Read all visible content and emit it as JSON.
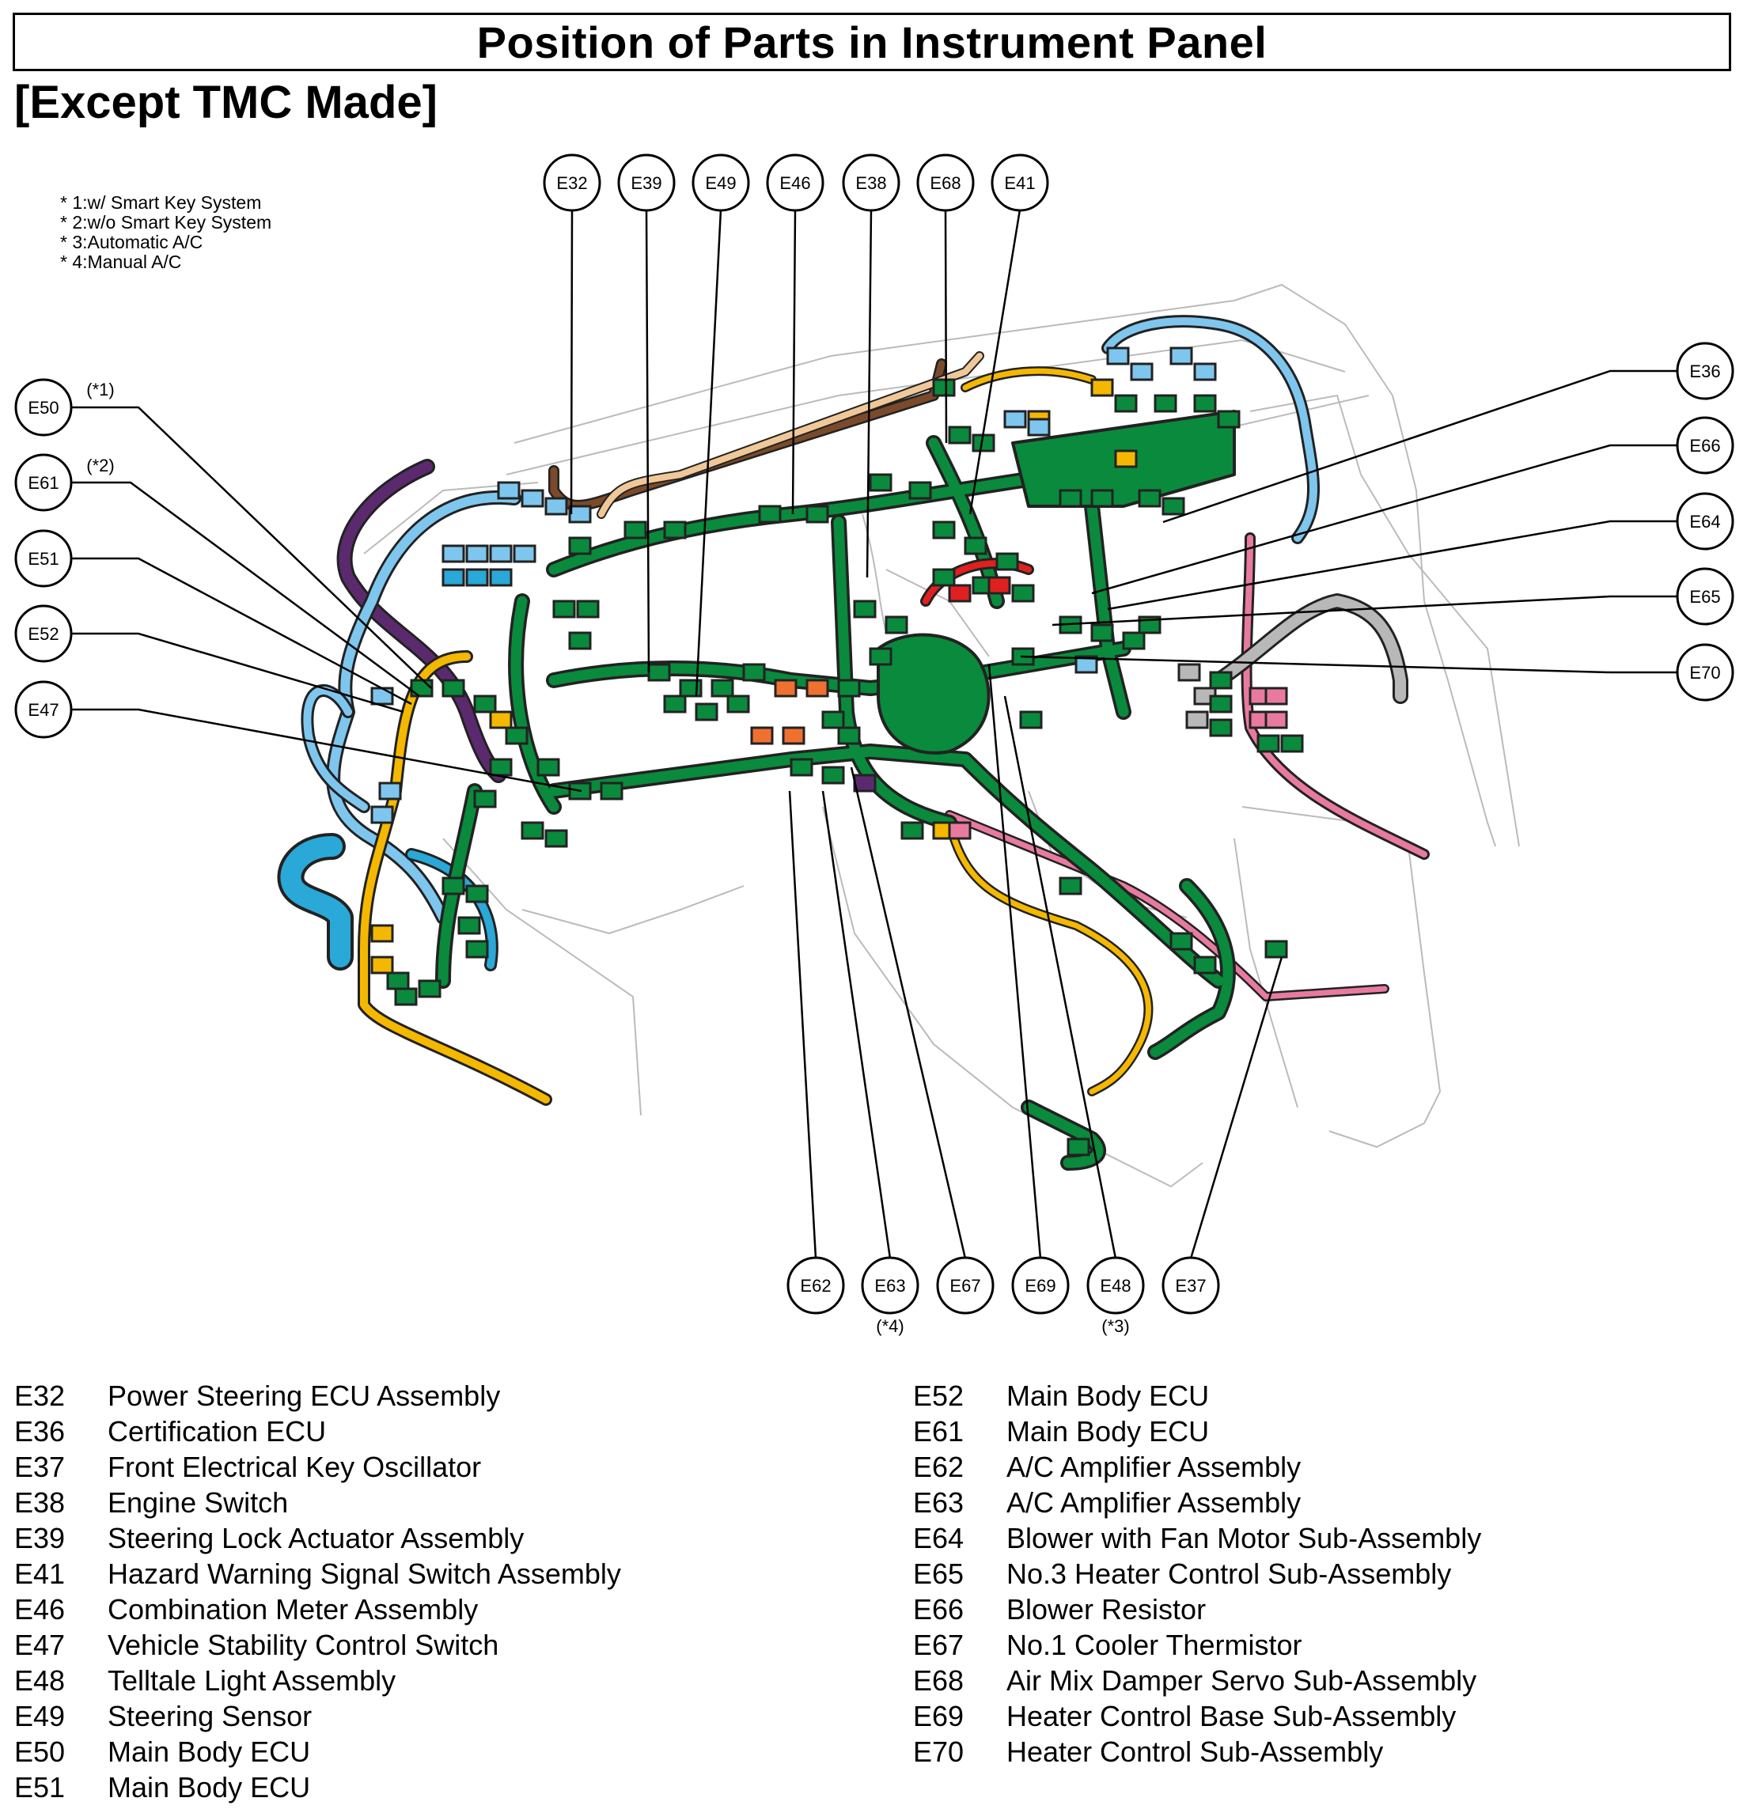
{
  "title": "Position of Parts in Instrument Panel",
  "subtitle": "[Except TMC Made]",
  "notes": [
    "* 1:w/ Smart Key System",
    "* 2:w/o Smart Key System",
    "* 3:Automatic A/C",
    "* 4:Manual A/C"
  ],
  "callouts": {
    "top": [
      "E32",
      "E39",
      "E49",
      "E46",
      "E38",
      "E68",
      "E41"
    ],
    "left": [
      "E50",
      "E61",
      "E51",
      "E52",
      "E47"
    ],
    "right": [
      "E36",
      "E66",
      "E64",
      "E65",
      "E70"
    ],
    "bottom": [
      "E62",
      "E63",
      "E67",
      "E69",
      "E48",
      "E37"
    ],
    "annotations": {
      "E50": "(*1)",
      "E61": "(*2)",
      "E63": "(*4)",
      "E48": "(*3)"
    }
  },
  "harness_colors": {
    "main": "#0a8a3c",
    "light_blue": "#7ec6ee",
    "blue": "#2aa8d8",
    "yellow": "#f5b800",
    "purple": "#5b2a6e",
    "brown": "#7a4a2a",
    "tan": "#f0c898",
    "red": "#e02020",
    "orange": "#f07030",
    "pink": "#e87aa0",
    "gray": "#b8b8b8",
    "outline": "#222222"
  },
  "legend_left": [
    {
      "code": "E32",
      "name": "Power Steering ECU Assembly"
    },
    {
      "code": "E36",
      "name": "Certification ECU"
    },
    {
      "code": "E37",
      "name": "Front Electrical Key Oscillator"
    },
    {
      "code": "E38",
      "name": "Engine Switch"
    },
    {
      "code": "E39",
      "name": "Steering Lock Actuator Assembly"
    },
    {
      "code": "E41",
      "name": "Hazard Warning Signal Switch Assembly"
    },
    {
      "code": "E46",
      "name": "Combination Meter Assembly"
    },
    {
      "code": "E47",
      "name": "Vehicle Stability Control Switch"
    },
    {
      "code": "E48",
      "name": "Telltale Light Assembly"
    },
    {
      "code": "E49",
      "name": "Steering Sensor"
    },
    {
      "code": "E50",
      "name": "Main Body ECU"
    },
    {
      "code": "E51",
      "name": "Main Body ECU"
    }
  ],
  "legend_right": [
    {
      "code": "E52",
      "name": "Main Body ECU"
    },
    {
      "code": "E61",
      "name": "Main Body ECU"
    },
    {
      "code": "E62",
      "name": "A/C Amplifier Assembly"
    },
    {
      "code": "E63",
      "name": "A/C Amplifier Assembly"
    },
    {
      "code": "E64",
      "name": "Blower with Fan Motor Sub-Assembly"
    },
    {
      "code": "E65",
      "name": "No.3 Heater Control Sub-Assembly"
    },
    {
      "code": "E66",
      "name": "Blower Resistor"
    },
    {
      "code": "E67",
      "name": "No.1 Cooler Thermistor"
    },
    {
      "code": "E68",
      "name": "Air Mix Damper Servo Sub-Assembly"
    },
    {
      "code": "E69",
      "name": "Heater Control Base Sub-Assembly"
    },
    {
      "code": "E70",
      "name": "Heater Control Sub-Assembly"
    }
  ]
}
